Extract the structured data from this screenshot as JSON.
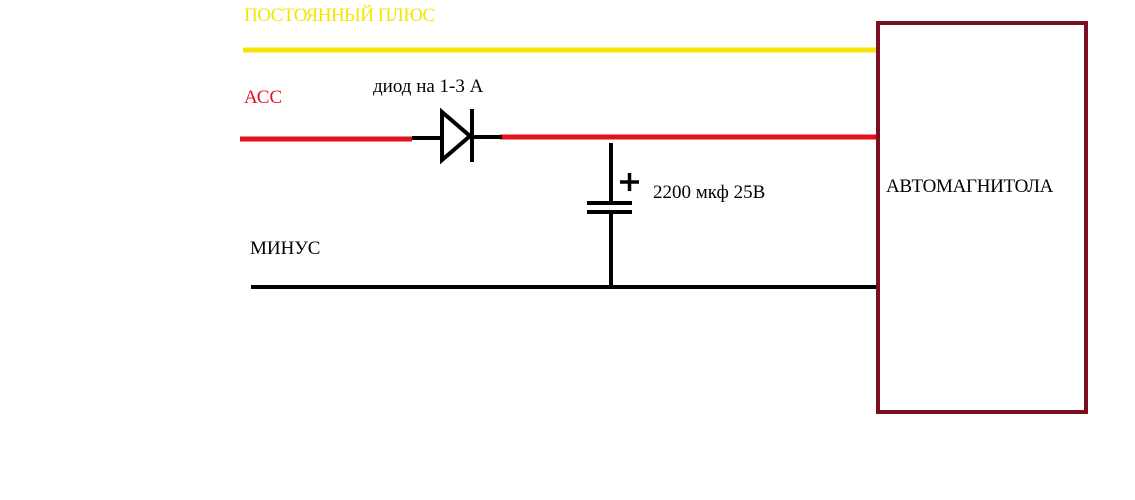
{
  "labels": {
    "constant_plus": "ПОСТОЯННЫЙ ПЛЮС",
    "acc": "АСС",
    "diode": "диод на 1-3 А",
    "capacitor": "2200 мкф 25В",
    "minus": "МИНУС",
    "head_unit": "АВТОМАГНИТОЛА"
  },
  "colors": {
    "constant_plus_wire": "#f5e400",
    "acc_wire": "#e0121c",
    "minus_wire": "#000000",
    "head_unit_border": "#7a0f22",
    "label_black": "#000000"
  }
}
